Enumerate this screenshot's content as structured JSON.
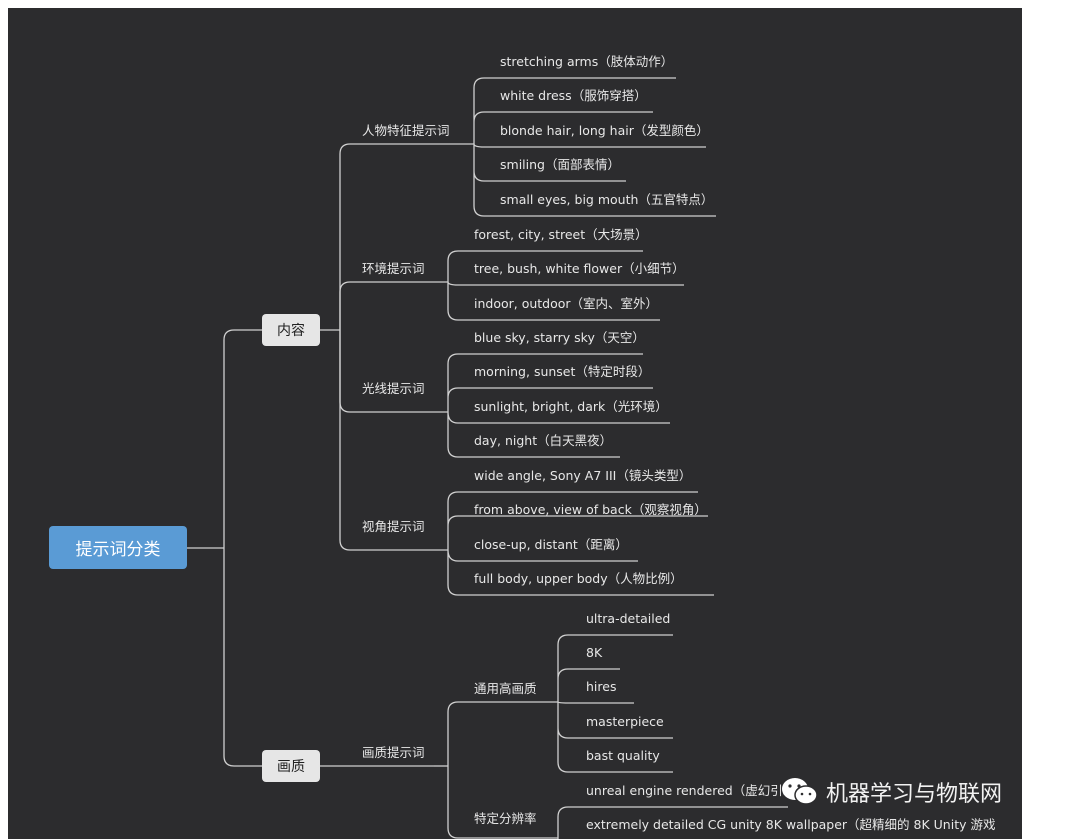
{
  "root": "提示词分类",
  "branches": {
    "content": "内容",
    "quality": "画质"
  },
  "groups": {
    "character": "人物特征提示词",
    "environment": "环境提示词",
    "lighting": "光线提示词",
    "view": "视角提示词",
    "quality_terms": "画质提示词",
    "general_quality": "通用高画质",
    "resolution": "特定分辨率"
  },
  "leaves": {
    "character": [
      "stretching arms（肢体动作）",
      "white dress（服饰穿搭）",
      "blonde hair, long hair（发型颜色）",
      "smiling（面部表情）",
      "small eyes, big mouth（五官特点）"
    ],
    "environment": [
      "forest, city, street（大场景）",
      "tree, bush, white flower（小细节）",
      "indoor, outdoor（室内、室外）"
    ],
    "lighting": [
      "blue sky, starry sky（天空）",
      "morning, sunset（特定时段）",
      "sunlight, bright, dark（光环境）",
      "day, night（白天黑夜）"
    ],
    "view": [
      "wide angle, Sony A7 III（镜头类型）",
      "from above, view of back（观察视角）",
      "close-up, distant（距离）",
      "full body, upper body（人物比例）"
    ],
    "general_quality": [
      "ultra-detailed",
      "8K",
      "hires",
      "masterpiece",
      "bast quality"
    ],
    "resolution": [
      "unreal engine rendered（虚幻引擎",
      "extremely detailed CG unity 8K wallpaper（超精细的 8K Unity 游戏"
    ]
  },
  "watermark": "机器学习与物联网",
  "colors": {
    "background": "#2c2c2e",
    "root": "#5a9bd5",
    "box": "#e6e6e6",
    "line": "#d0d0d0"
  }
}
